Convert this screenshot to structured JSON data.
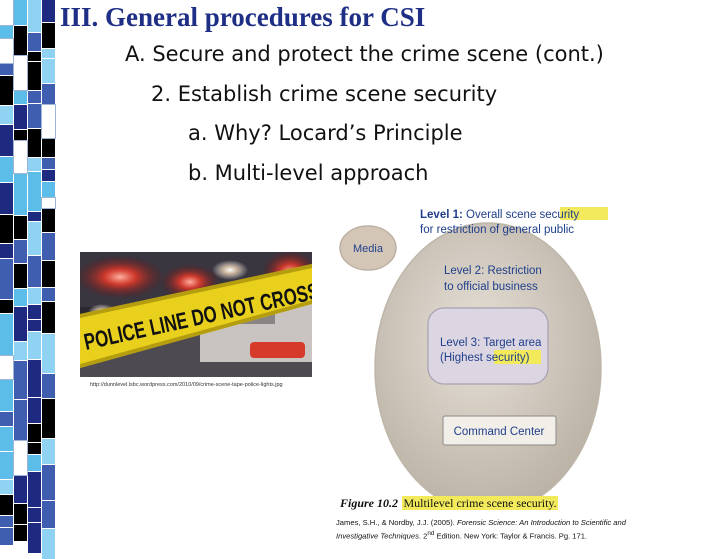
{
  "slide": {
    "title": "III. General procedures for CSI",
    "outline": [
      "A.  Secure and protect the crime scene (cont.)",
      "2.  Establish crime scene security",
      "a.  Why? Locard’s Principle",
      "b.  Multi-level approach"
    ]
  },
  "photo": {
    "tape_text": "POLICE LINE DO NOT CROSS",
    "source_url": "http://dunnlevel.lsbc.wordpress.com/2010/09/crime-scene-tape-police-lights.jpg"
  },
  "figure": {
    "level1": {
      "label": "Level 1:",
      "text1": "Overall ",
      "highlight": "scene security",
      "text2": "for restriction of general public"
    },
    "media_label": "Media",
    "level2": {
      "line1": "Level 2: Restriction",
      "line2": "to official business"
    },
    "level3": {
      "line1": "Level 3: Target area",
      "line2a": "(Highest ",
      "highlight": "security",
      "line2b": ")"
    },
    "command_center": "Command Center",
    "caption_number": "Figure 10.2",
    "caption_text": "Multilevel crime scene security."
  },
  "citation": {
    "line1_a": "James, S.H., & Nordby, J.J. (2005). ",
    "line1_italic": "Forensic Science: An Introduction to Scientific and",
    "line2_italic": "Investigative Techniques",
    "line2_b": ". 2",
    "line2_sup": "nd",
    "line2_c": " Edition. New York: Taylor & Francis. Pg. 171."
  },
  "colors": {
    "title": "#1f2f86",
    "highlight": "#f2ea5a",
    "level_text": "#1f3f8c",
    "oval_fill": "#cfc7bc",
    "sidebar_palette": [
      "#1e2a80",
      "#5bbde8",
      "#000000",
      "#ffffff",
      "#8fd2f2",
      "#3f5eb0"
    ]
  }
}
